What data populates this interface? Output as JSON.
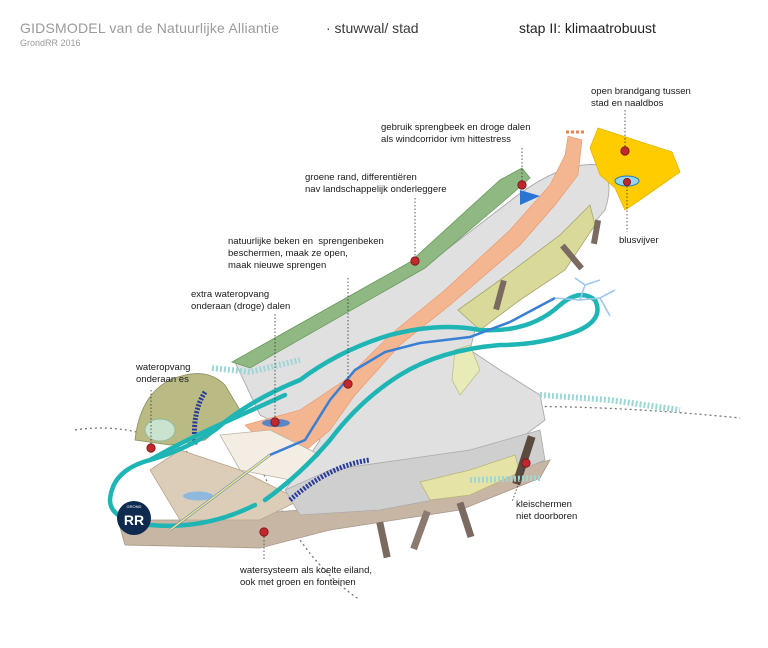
{
  "header": {
    "title": "GIDSMODEL van de Natuurlijke Alliantie",
    "subtitle": "GrondRR 2016",
    "context": "· stuwwal/ stad",
    "step": "stap II: klimaatrobuust"
  },
  "logo": {
    "text": "RR",
    "small_text": "GROND"
  },
  "annotations": {
    "brandgang": "open brandgang tussen\nstad en naaldbos",
    "sprengbeek": "gebruik sprengbeek en droge dalen\nals windcorridor ivm hittestress",
    "groene_rand": "groene rand, differentiëren\nnav landschappelijk onderleggere",
    "blusvijver": "blusvijver",
    "beken": "natuurlijke beken en  sprengenbeken\nbeschermen, maak ze open,\nmaak nieuwe sprengen",
    "wateropvang_dalen": "extra wateropvang\nonderaan (droge) dalen",
    "wateropvang_es": "wateropvang\nonderaan es",
    "kleischermen": "kleischermen\nniet doorboren",
    "watersysteem": "watersysteem als koelte eiland,\nook met groen en fonteinen"
  },
  "colors": {
    "water": "#1fb5b5",
    "stream": "#3b7fd4",
    "green_edge": "#8fb882",
    "forest": "#ffcc00",
    "marker": "#c0282d",
    "spreng": "#f4b690",
    "olive": "#b9ba84",
    "ground": "#d9d9d9"
  }
}
